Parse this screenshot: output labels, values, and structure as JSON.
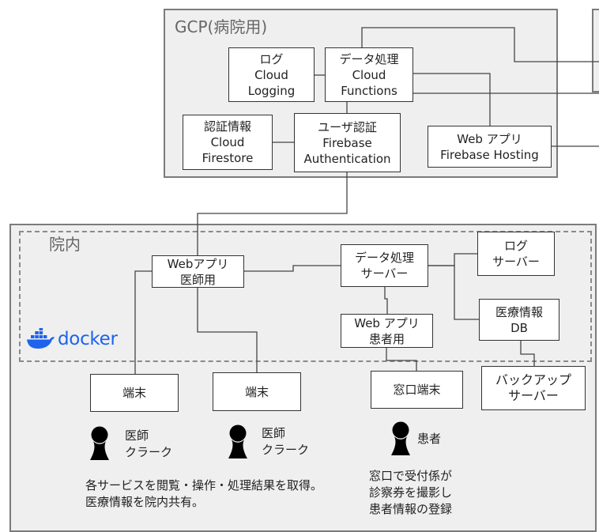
{
  "regions": {
    "gcp": "GCP(病院用)",
    "hospital": "院内"
  },
  "nodes": {
    "log_cloud": [
      "ログ",
      "Cloud",
      "Logging"
    ],
    "data_cloud": [
      "データ処理",
      "Cloud",
      "Functions"
    ],
    "auth_info": [
      "認証情報",
      "Cloud",
      "Firestore"
    ],
    "user_auth": [
      "ユーザ認証",
      "Firebase",
      "Authentication"
    ],
    "web_hosting": [
      "Web アプリ",
      "Firebase Hosting"
    ],
    "web_doctor": [
      "Webアプリ",
      "医師用"
    ],
    "data_server": [
      "データ処理",
      "サーバー"
    ],
    "log_server": [
      "ログ",
      "サーバー"
    ],
    "web_patient": [
      "Web アプリ",
      "患者用"
    ],
    "medical_db": [
      "医療情報",
      "DB"
    ],
    "backup": [
      "バックアップ",
      "サーバー"
    ],
    "terminal1": [
      "端末"
    ],
    "terminal2": [
      "端末"
    ],
    "window_terminal": [
      "窓口端末"
    ]
  },
  "people": {
    "p1": [
      "医師",
      "クラーク"
    ],
    "p2": [
      "医師",
      "クラーク"
    ],
    "p3": [
      "患者"
    ]
  },
  "captions": {
    "left": [
      "各サービスを閲覧・操作・処理結果を取得。",
      "医療情報を院内共有。"
    ],
    "right": [
      "窓口で受付係が",
      "診察券を撮影し",
      "患者情報の登録"
    ]
  },
  "logo": {
    "text": "docker",
    "icon": "docker-whale-icon",
    "color": "#1d63ed"
  },
  "colors": {
    "region_fill": "#efefef",
    "region_border": "#7b7b7b",
    "line": "#444444"
  }
}
